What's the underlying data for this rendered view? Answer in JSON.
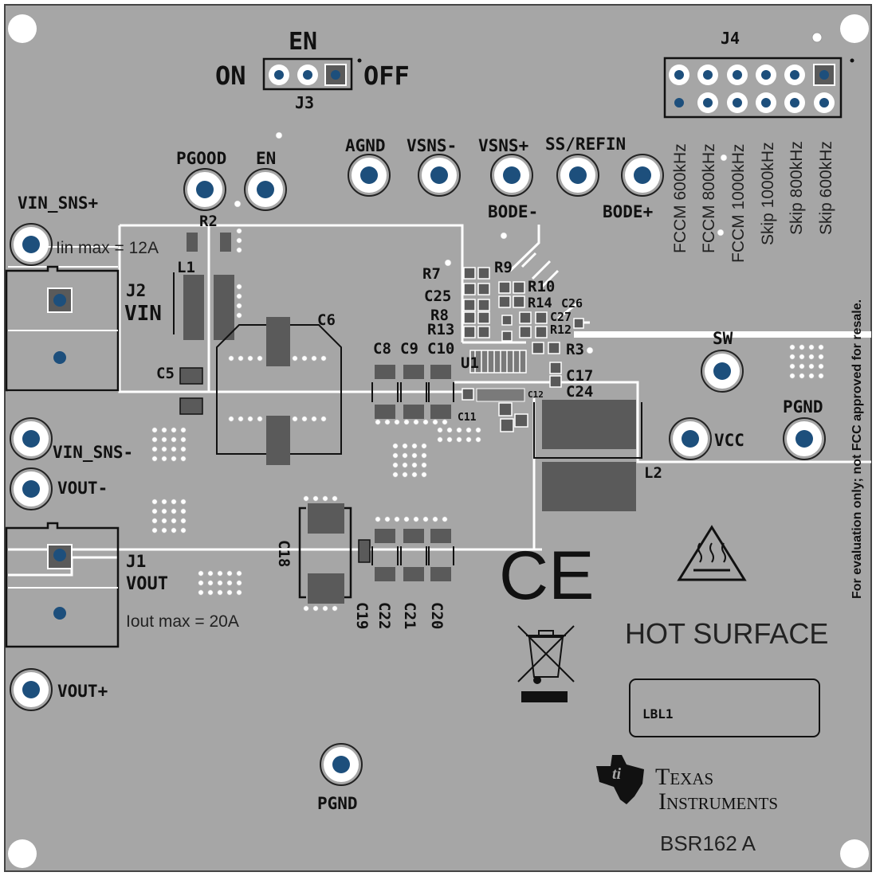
{
  "colors": {
    "board": "#a6a6a6",
    "trace": "#ffffff",
    "pad_dark": "#5a5a5a",
    "hole": "#1d4f7c",
    "silkscreen": "#111111"
  },
  "jumper_j3": {
    "title": "EN",
    "on_label": "ON",
    "off_label": "OFF",
    "ref": "J3"
  },
  "jumper_j4": {
    "ref": "J4",
    "modes": [
      "FCCM 600kHz",
      "FCCM 800kHz",
      "FCCM 1000kHz",
      "Skip 1000kHz",
      "Skip 800kHz",
      "Skip 600kHz"
    ]
  },
  "test_points": {
    "pgood": "PGOOD",
    "en": "EN",
    "agnd": "AGND",
    "vsns_minus": "VSNS-",
    "vsns_plus": "VSNS+",
    "ss_refin": "SS/REFIN",
    "bode_minus": "BODE-",
    "bode_plus": "BODE+",
    "sw": "SW",
    "vcc": "VCC",
    "pgnd_right": "PGND",
    "pgnd_bottom": "PGND",
    "vin_sns_plus": "VIN_SNS+",
    "vin_sns_minus": "VIN_SNS-",
    "vout_minus": "VOUT-",
    "vout_plus": "VOUT+"
  },
  "connectors": {
    "j2_ref": "J2",
    "j2_name": "VIN",
    "j1_ref": "J1",
    "j1_name": "VOUT"
  },
  "notes": {
    "iin_max": "Iin max = 12A",
    "iout_max": "Iout max = 20A",
    "fcc": "For evaluation only; not FCC approved for resale.",
    "hot_surface": "HOT SURFACE",
    "label_box": "LBL1",
    "ti_line1": "Texas",
    "ti_line2": "Instruments",
    "board_id": "BSR162 A",
    "ce_mark": "CE"
  },
  "refdes": {
    "r2": "R2",
    "l1": "L1",
    "c5": "C5",
    "c6": "C6",
    "c8": "C8",
    "c9": "C9",
    "c10": "C10",
    "c11": "C11",
    "c12": "C12",
    "r7": "R7",
    "r9": "R9",
    "c25": "C25",
    "r10": "R10",
    "r14": "R14",
    "c26": "C26",
    "r8": "R8",
    "c27": "C27",
    "r13": "R13",
    "r12": "R12",
    "r3": "R3",
    "u1": "U1",
    "c17": "C17",
    "c24": "C24",
    "l2": "L2",
    "c18": "C18",
    "c19": "C19",
    "c22": "C22",
    "c21": "C21",
    "c20": "C20"
  }
}
